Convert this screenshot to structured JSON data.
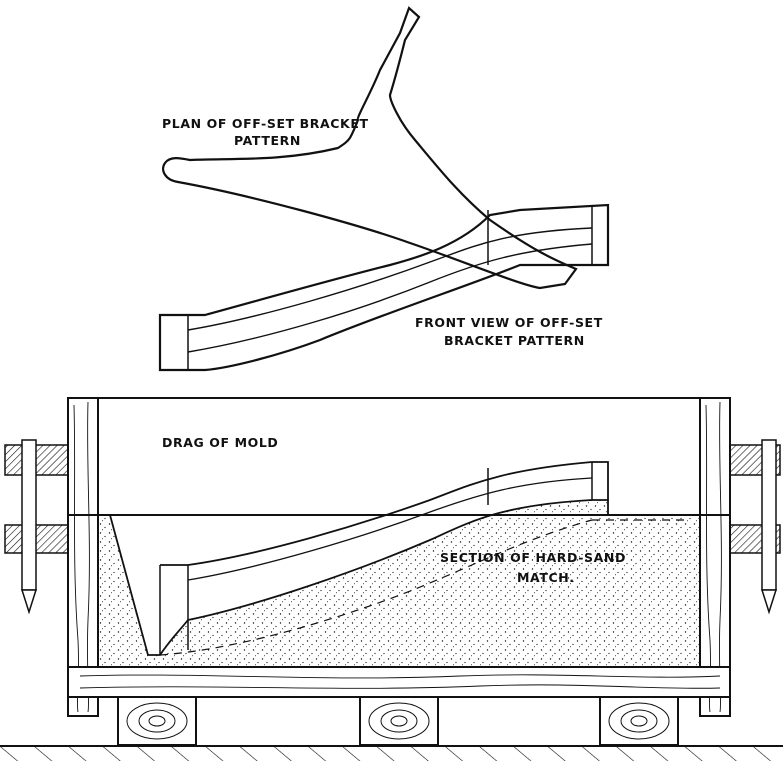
{
  "labels": {
    "plan_line1": "PLAN OF OFF-SET BRACKET",
    "plan_line2": "PATTERN",
    "front_line1": "FRONT VIEW OF OFF-SET",
    "front_line2": "BRACKET PATTERN",
    "drag": "DRAG OF MOLD",
    "section_line1": "SECTION OF HARD-SAND",
    "section_line2": "MATCH."
  },
  "colors": {
    "ink": "#111111",
    "paper": "#ffffff"
  }
}
